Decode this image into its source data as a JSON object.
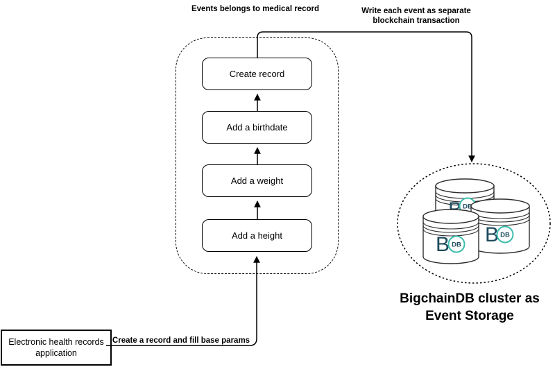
{
  "labels": {
    "events_belongs": "Events belongs to medical record",
    "write_each_event": "Write each event as separate blockchain transaction",
    "create_and_fill": "Create a record and fill base params"
  },
  "flow": {
    "steps": [
      {
        "label": "Create record"
      },
      {
        "label": "Add a birthdate"
      },
      {
        "label": "Add a weight"
      },
      {
        "label": "Add a height"
      }
    ]
  },
  "app_box": {
    "label": "Electronic health records application"
  },
  "cluster": {
    "caption_line1": "BigchainDB cluster as",
    "caption_line2": "Event Storage",
    "db_letter": "B",
    "db_badge": "DB",
    "colors": {
      "db_letter": "#1e4b5d",
      "db_ring": "#3dbdac",
      "line": "#000000"
    }
  }
}
